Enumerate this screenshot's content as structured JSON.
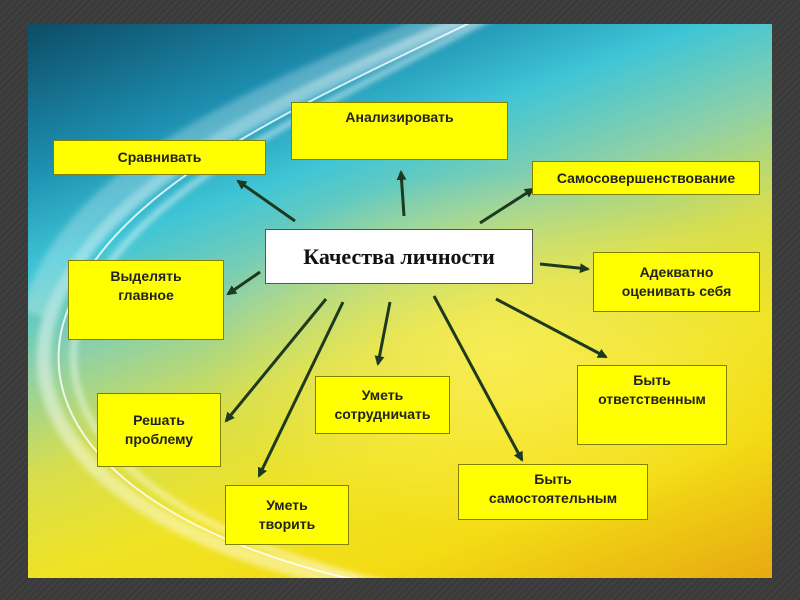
{
  "center": {
    "label": "Качества личности"
  },
  "nodes": {
    "analyze": "Анализировать",
    "compare": "Сравнивать",
    "self_improvement": "Самосовершенствование",
    "highlight_main": "Выделять\nглавное",
    "self_assess": "Адекватно\nоценивать себя",
    "solve_problem": "Решать\nпроблему",
    "cooperate": "Уметь\nсотрудничать",
    "responsible": "Быть\nответственным",
    "create": "Уметь\nтворить",
    "independent": "Быть\nсамостоятельным"
  },
  "colors": {
    "node_fill": "#ffff00",
    "center_fill": "#ffffff",
    "arrow": "#1e3a1e"
  }
}
